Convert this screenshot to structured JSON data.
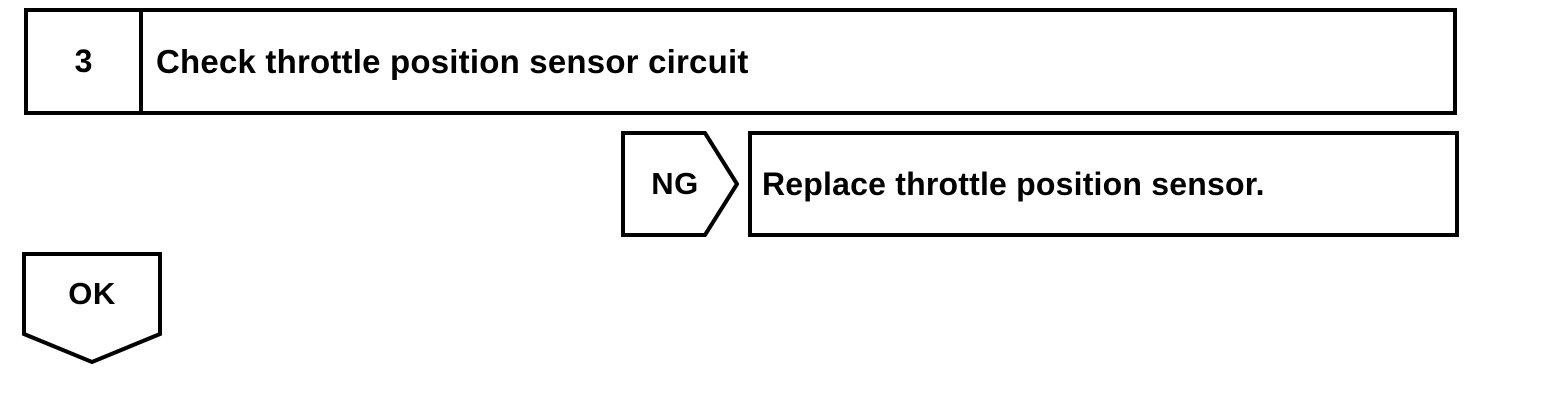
{
  "colors": {
    "line": "#000000",
    "background": "#ffffff"
  },
  "flowchart": {
    "step_box": {
      "number": "3",
      "title": "Check throttle position sensor circuit"
    },
    "ng_branch": {
      "label": "NG",
      "action": "Replace throttle position sensor."
    },
    "ok_branch": {
      "label": "OK"
    }
  }
}
